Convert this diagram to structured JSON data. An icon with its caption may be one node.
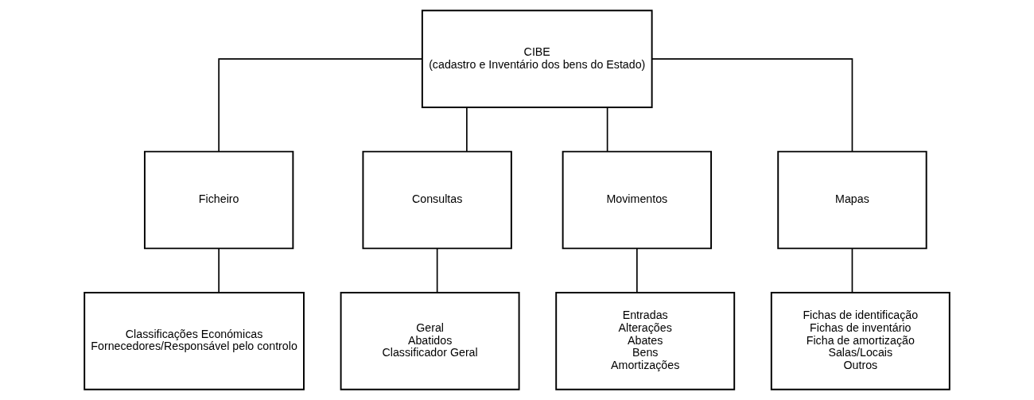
{
  "diagram": {
    "nodes": [
      {
        "text": [
          "CIBE",
          "(cadastro e Inventário dos bens do Estado)"
        ]
      },
      {
        "text": [
          "Ficheiro"
        ]
      },
      {
        "text": [
          "Consultas"
        ]
      },
      {
        "text": [
          "Movimentos"
        ]
      },
      {
        "text": [
          "Mapas"
        ]
      },
      {
        "text": [
          "Classificações Económicas",
          "Fornecedores/Responsável pelo controlo"
        ]
      },
      {
        "text": [
          "Geral",
          "Abatidos",
          "Classificador Geral"
        ]
      },
      {
        "text": [
          "Entradas",
          "Alterações",
          "Abates",
          "Bens",
          "Amortizações"
        ]
      },
      {
        "text": [
          "Fichas de identificação",
          "Fichas de inventário",
          "Ficha de amortização",
          "Salas/Locais",
          "Outros"
        ]
      }
    ],
    "edges": [
      {
        "from": 0,
        "to": 1,
        "arrow": "none"
      },
      {
        "from": 0,
        "to": 2,
        "arrow": "none"
      },
      {
        "from": 0,
        "to": 3,
        "arrow": "none"
      },
      {
        "from": 0,
        "to": 4,
        "arrow": "none"
      },
      {
        "from": 1,
        "to": 5,
        "arrow": "none"
      },
      {
        "from": 2,
        "to": 6,
        "arrow": "none"
      },
      {
        "from": 3,
        "to": 7,
        "arrow": "none"
      },
      {
        "from": 4,
        "to": 8,
        "arrow": "none"
      }
    ]
  }
}
